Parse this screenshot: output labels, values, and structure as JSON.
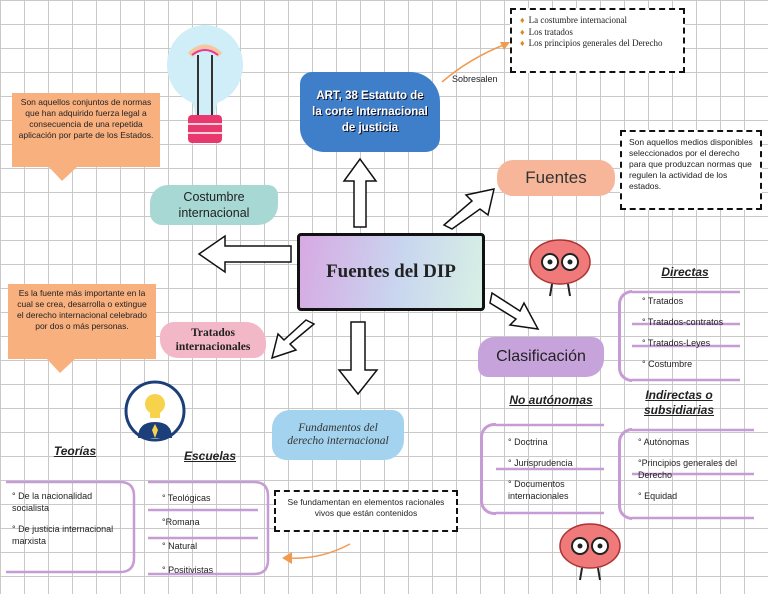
{
  "center": {
    "title": "Fuentes del DIP"
  },
  "art38": {
    "text": "ART, 38 Estatuto de la corte Internacional de justicia"
  },
  "sobresalen": "Sobresalen",
  "top_list": {
    "items": [
      "La costumbre internacional",
      "Los tratados",
      "Los principios generales del Derecho"
    ]
  },
  "fuentes": {
    "label": "Fuentes",
    "definition": "Son aquellos medios disponibles seleccionados por el derecho para que produzcan normas que regulen la actividad de los estados."
  },
  "costumbre": {
    "label": "Costumbre internacional",
    "definition": "Son  aquellos conjuntos de normas que han adquirido fuerza legal a consecuencia de una repetida aplicación por parte de los Estados."
  },
  "tratados": {
    "label": "Tratados internacionales",
    "definition": "Es la fuente más importante en la cual se crea, desarrolla o extingue el derecho internacional celebrado por dos o más personas."
  },
  "fundamentos": {
    "label": "Fundamentos del derecho internacional",
    "note": "Se fundamentan en elementos racionales vivos que están contenidos"
  },
  "clasificacion": {
    "label": "Clasificación"
  },
  "directas": {
    "heading": "Directas",
    "items": [
      "° Tratados",
      "° Tratados-contratos",
      "° Tratados-Leyes",
      "° Costumbre"
    ]
  },
  "no_autonomas": {
    "heading": "No autónomas",
    "items": [
      "° Doctrina",
      "° Jurisprudencia",
      "° Documentos internacionales"
    ]
  },
  "indirectas": {
    "heading": "Indirectas o subsidiarias",
    "items": [
      "° Autónomas",
      "°Principios generales del Derecho",
      "° Equidad"
    ]
  },
  "teorias": {
    "heading": "Teorías",
    "items": [
      "° De la nacionalidad socialista",
      "° De justicia internacional marxista"
    ]
  },
  "escuelas": {
    "heading": "Escuelas",
    "items": [
      "° Teológicas",
      "°Romana",
      "° Natural",
      "° Positivistas"
    ]
  },
  "colors": {
    "orange_note": "#f9b07f",
    "purple_branch": "#c79bd6",
    "blue_blob": "#3f7ec9",
    "fuentes_blob": "#f7b59a"
  }
}
